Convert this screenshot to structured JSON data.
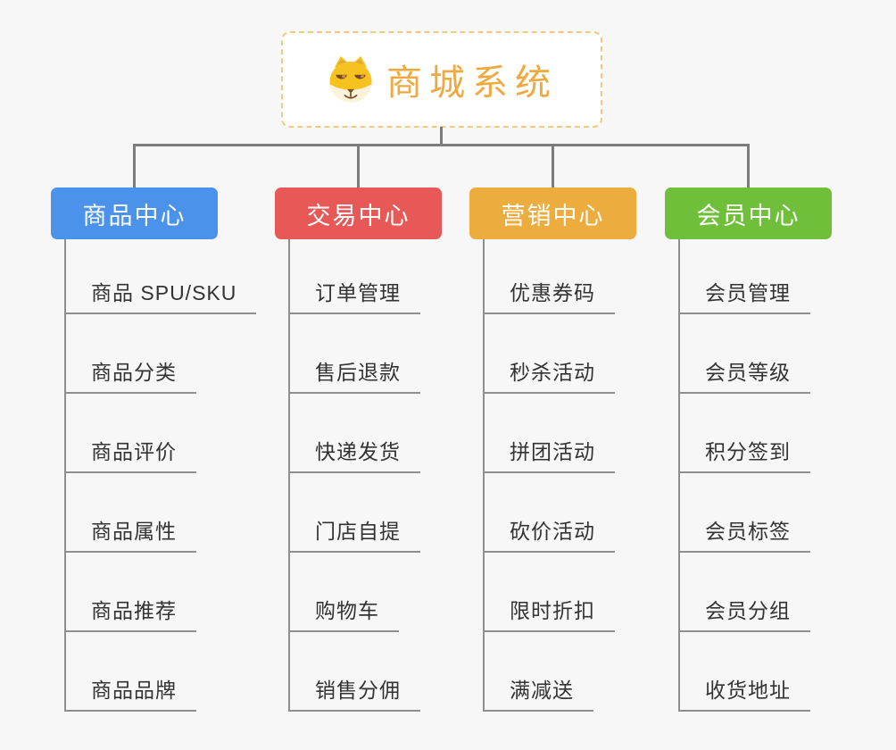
{
  "root": {
    "title": "商城系统",
    "icon": "shiba-dog-face"
  },
  "branches": [
    {
      "slug": "product-center",
      "label": "商品中心",
      "color": "#4B92EA",
      "items": [
        "商品 SPU/SKU",
        "商品分类",
        "商品评价",
        "商品属性",
        "商品推荐",
        "商品品牌"
      ]
    },
    {
      "slug": "trade-center",
      "label": "交易中心",
      "color": "#E65956",
      "items": [
        "订单管理",
        "售后退款",
        "快递发货",
        "门店自提",
        "购物车",
        "销售分佣"
      ]
    },
    {
      "slug": "marketing-center",
      "label": "营销中心",
      "color": "#EDAD3E",
      "items": [
        "优惠券码",
        "秒杀活动",
        "拼团活动",
        "砍价活动",
        "限时折扣",
        "满减送"
      ]
    },
    {
      "slug": "member-center",
      "label": "会员中心",
      "color": "#70BF3B",
      "items": [
        "会员管理",
        "会员等级",
        "积分签到",
        "会员标签",
        "会员分组",
        "收货地址"
      ]
    }
  ],
  "colors": {
    "background": "#F7F7F7",
    "connector": "#7C7C7C",
    "leaf_line": "#8F8F8F",
    "leaf_text": "#333333",
    "root_title": "#F0A93F",
    "root_border": "#F4C87E",
    "root_background": "#FFFFFF",
    "branch_text": "#FFFFFF",
    "branch_product": "#4B92EA",
    "branch_trade": "#E65956",
    "branch_marketing": "#EDAD3E",
    "branch_member": "#70BF3B"
  }
}
